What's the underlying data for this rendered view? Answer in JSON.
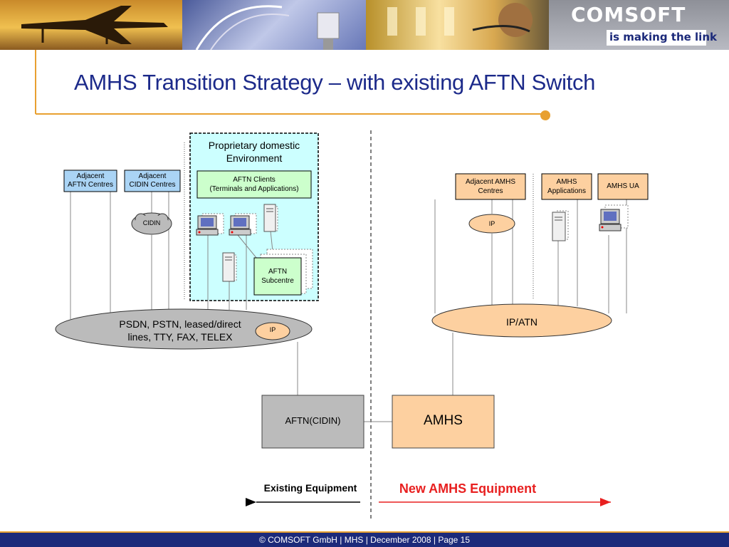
{
  "header": {
    "title": "AMHS Transition Strategy – with existing AFTN Switch",
    "logo_name": "COMSOFT",
    "logo_tagline": "is making the link"
  },
  "diagram": {
    "proprietary_env": "Proprietary domestic\nEnvironment",
    "adjacent_aftn": "Adjacent\nAFTN Centres",
    "adjacent_cidin": "Adjacent\nCIDIN Centres",
    "aftn_clients": "AFTN Clients\n(Terminals and Applications)",
    "cidin_cloud": "CIDIN",
    "aftn_subcentre": "AFTN\nSubcentre",
    "psdn_cloud": "PSDN, PSTN, leased/direct\nlines, TTY, FAX, TELEX",
    "ip_left": "IP",
    "adjacent_amhs": "Adjacent AMHS\nCentres",
    "amhs_applications": "AMHS\nApplications",
    "amhs_ua": "AMHS UA",
    "ip_right": "IP",
    "ipatn_cloud": "IP/ATN",
    "aftn_cidin_box": "AFTN(CIDIN)",
    "amhs_box": "AMHS",
    "existing_equipment": "Existing Equipment",
    "new_equipment": "New AMHS Equipment"
  },
  "footer": {
    "text": "© COMSOFT GmbH | MHS | December 2008 | Page 15"
  },
  "colors": {
    "title": "#1c2a8a",
    "footer_bg": "#1c2a7a",
    "accent_orange": "#e8a030",
    "left_box_fill": "#aad4f5",
    "proprietary_fill": "#ccffff",
    "green_fill": "#ccffcc",
    "grey_cloud": "#bbbbbb",
    "orange_fill": "#fdd0a0",
    "new_equipment_red": "#e82020"
  },
  "icons": [
    "workstation-icon",
    "server-icon",
    "cloud-icon",
    "arrow-left-icon",
    "arrow-right-icon"
  ]
}
